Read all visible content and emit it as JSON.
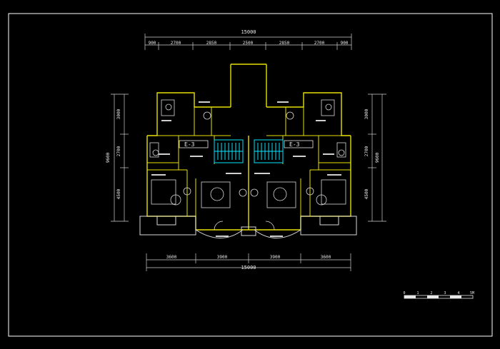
{
  "drawing": {
    "frame_color": "#ffffff",
    "wall_color": "#e8e000",
    "line_color": "#d8d8d8",
    "dim_color": "#cfcfcf",
    "stair_color": "#00e5ff",
    "label_color": "#e8e8e8"
  },
  "dimensions": {
    "top_total": "15000",
    "top_segments": [
      "900",
      "2700",
      "2850",
      "2500",
      "2850",
      "2700",
      "900"
    ],
    "bottom_total": "15000",
    "bottom_segments": [
      "3600",
      "3900",
      "3900",
      "3600"
    ],
    "left_total": "9600",
    "left_segments": [
      "3000",
      "2700",
      "4500"
    ],
    "right_total": "9600",
    "right_segments": [
      "3000",
      "2700",
      "4500"
    ]
  },
  "unit_tags": [
    "E-3",
    "E-3"
  ],
  "scale_bar": {
    "ticks": [
      "0",
      "1",
      "2",
      "3",
      "4",
      "5M"
    ]
  }
}
